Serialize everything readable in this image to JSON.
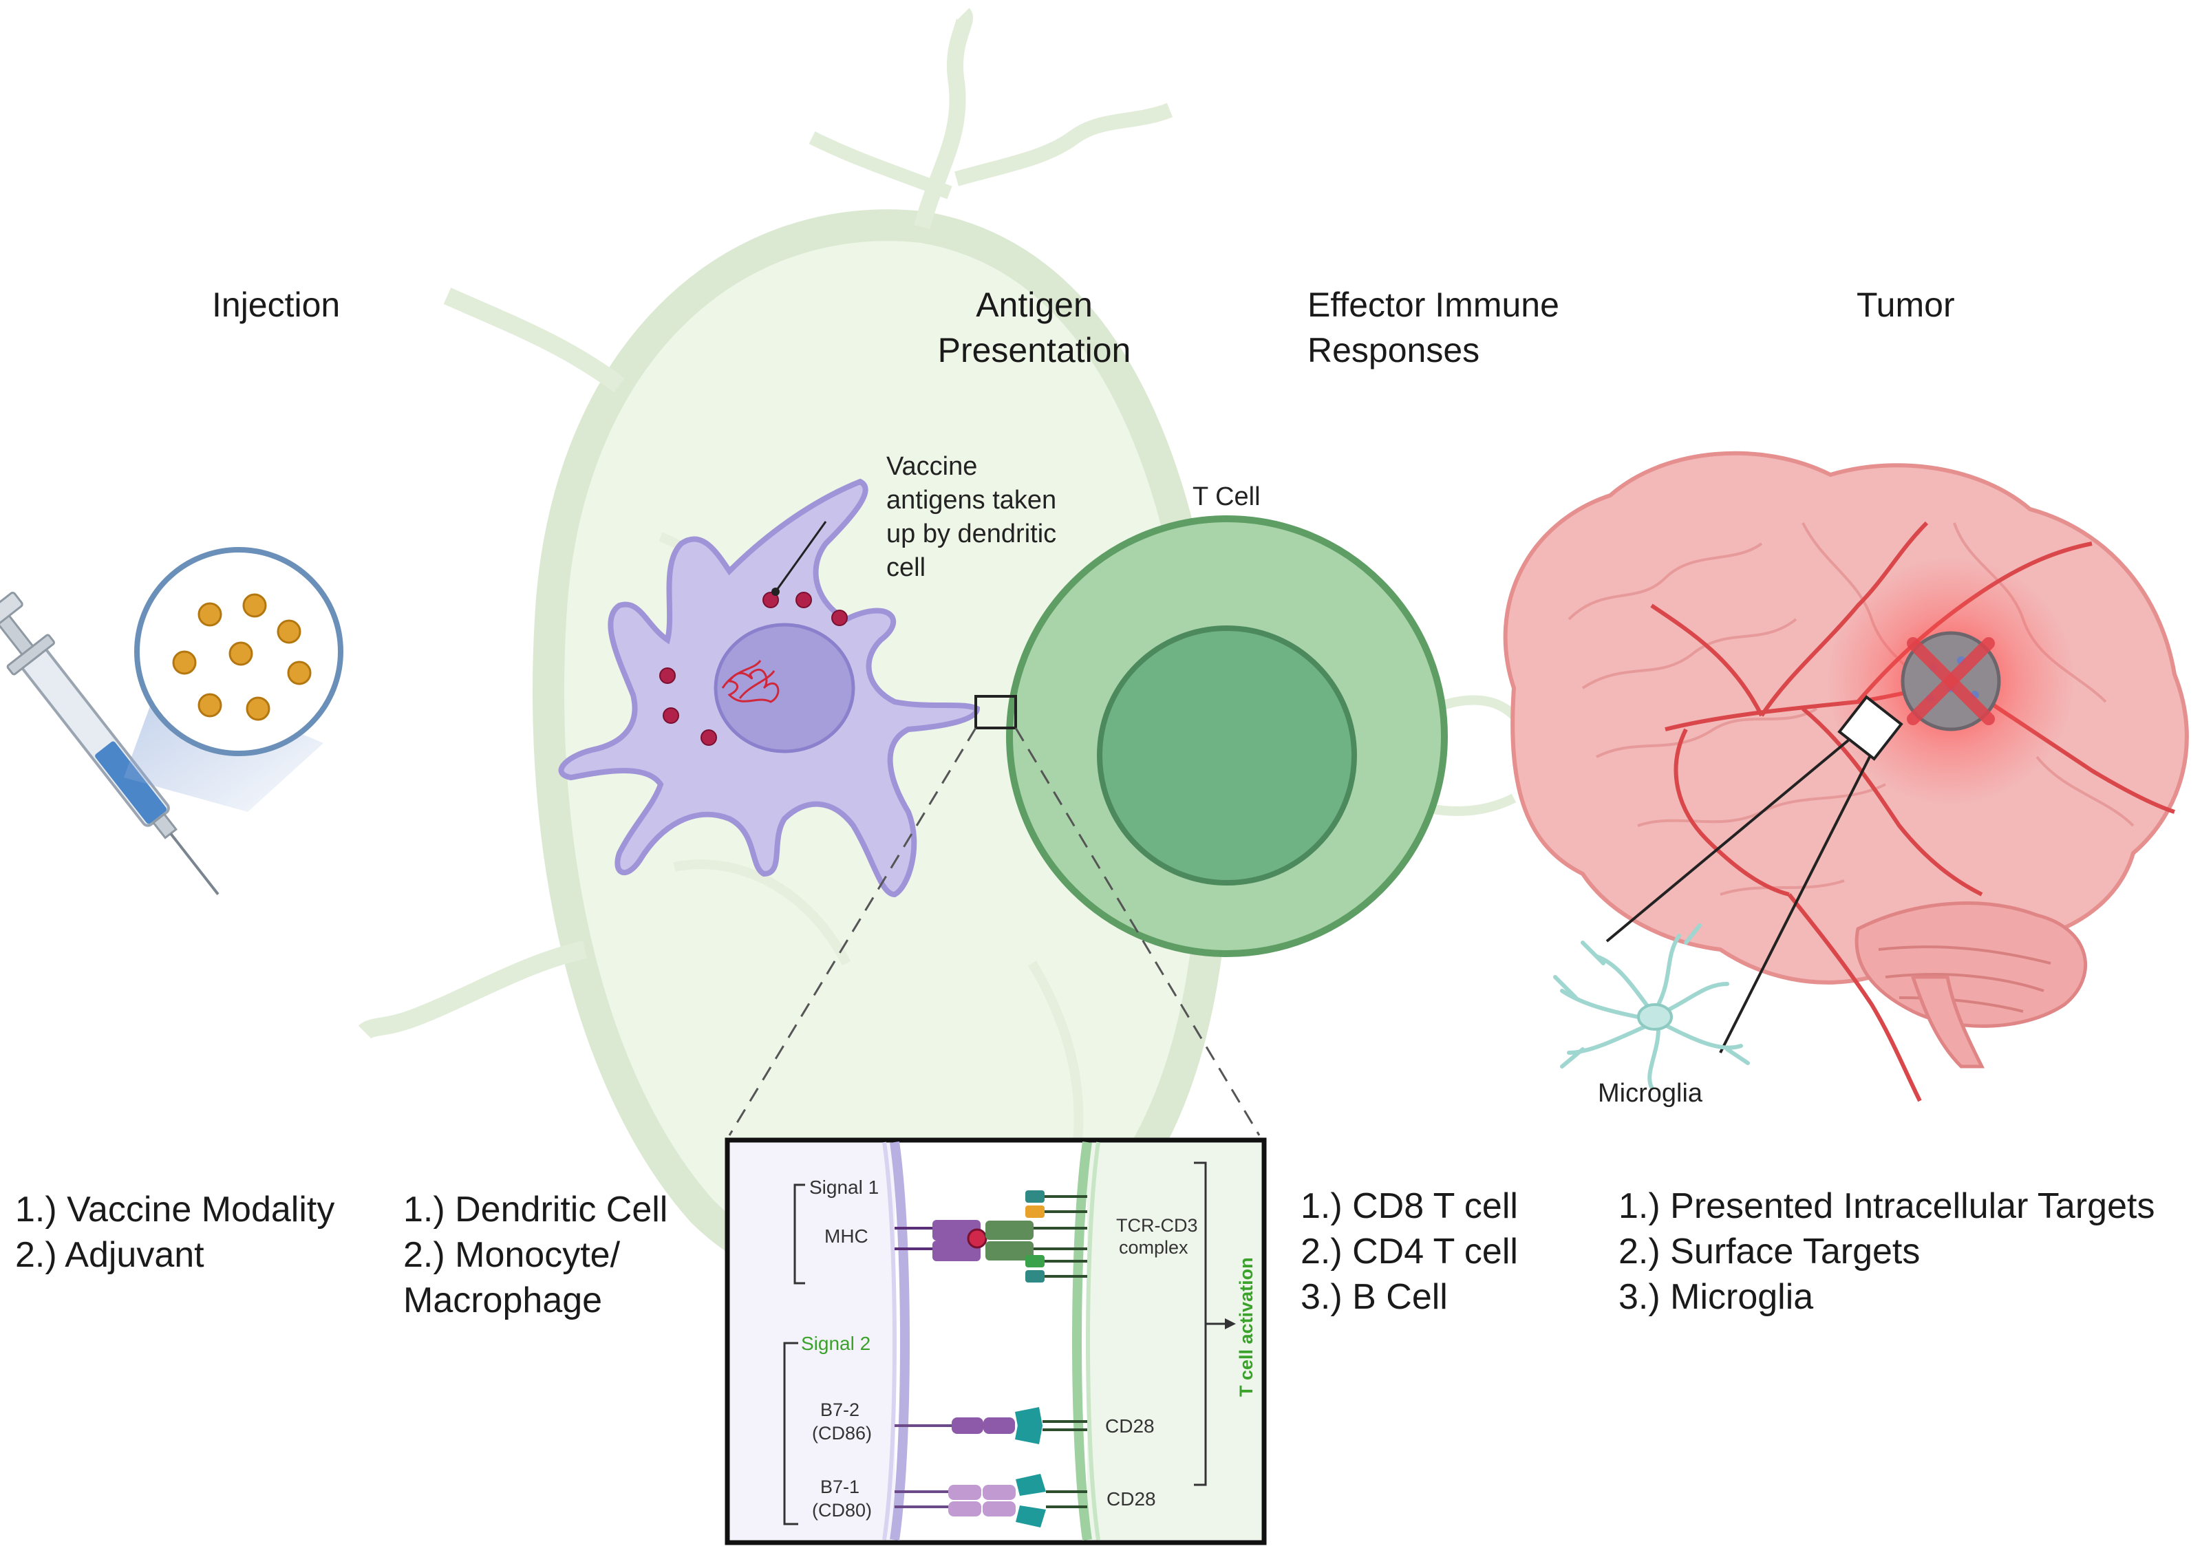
{
  "headings": {
    "injection": "Injection",
    "antigen_presentation": [
      "Antigen",
      "Presentation"
    ],
    "effector": [
      "Effector Immune",
      "Responses"
    ],
    "tumor": "Tumor"
  },
  "labels": {
    "dc_callout": [
      "Vaccine",
      "antigens taken",
      "up by dendritic",
      "cell"
    ],
    "t_cell": "T Cell",
    "microglia": "Microglia"
  },
  "lists": {
    "injection": [
      "1.) Vaccine Modality",
      "2.) Adjuvant"
    ],
    "antigen_presentation": [
      "1.) Dendritic Cell",
      "2.) Monocyte/",
      "Macrophage"
    ],
    "effector": [
      "1.) CD8 T cell",
      "2.) CD4 T cell",
      "3.) B Cell"
    ],
    "tumor": [
      "1.) Presented Intracellular Targets",
      "2.) Surface Targets",
      "3.) Microglia"
    ]
  },
  "inset": {
    "signal1": "Signal 1",
    "mhc": "MHC",
    "tcr": [
      "TCR-CD3",
      "complex"
    ],
    "signal2": "Signal 2",
    "b72": [
      "B7-2",
      "(CD86)"
    ],
    "b71": [
      "B7-1",
      "(CD80)"
    ],
    "cd28_top": "CD28",
    "cd28_bottom": "CD28",
    "activation": "T cell activation"
  },
  "colors": {
    "dendritic_cell": "#c9c3ec",
    "t_cell_outer": "#a9d4a9",
    "t_cell_inner": "#6fb283",
    "brain": "#f3b8b8",
    "vessel": "#d9474a",
    "signal2_green": "#3aa12b",
    "antigen_particle": "#e0a030",
    "lymph_node": "#e9f3e2"
  },
  "icons": [
    "syringe-icon",
    "particle-magnifier-icon",
    "dendritic-cell-icon",
    "t-cell-icon",
    "brain-icon",
    "tumor-icon",
    "microglia-icon",
    "lymph-node-icon"
  ]
}
